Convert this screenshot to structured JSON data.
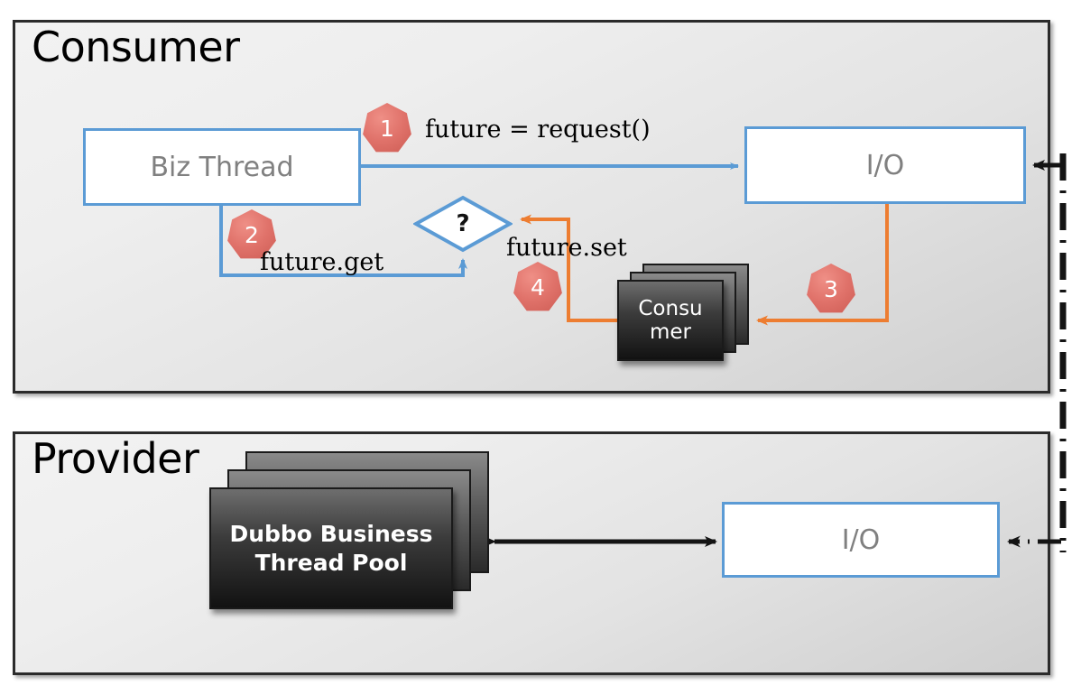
{
  "diagram": {
    "title_consumer": "Consumer",
    "title_provider": "Provider",
    "colors": {
      "blue_arrow": "#5b9bd5",
      "orange_arrow": "#ed7d31",
      "badge_red": "#e0726a",
      "black_arrow": "#1a1a1a",
      "panel_border": "#2b2b2b"
    }
  },
  "consumer": {
    "biz_thread_label": "Biz Thread",
    "io_label": "I/O",
    "decision_label": "?",
    "consumer_stack_label": "Consu mer",
    "steps": [
      {
        "number": "1",
        "label": "future = request()"
      },
      {
        "number": "2",
        "label": "future.get"
      },
      {
        "number": "3",
        "label": ""
      },
      {
        "number": "4",
        "label": "future.set"
      }
    ]
  },
  "provider": {
    "thread_pool_label": "Dubbo Business Thread Pool",
    "io_label": "I/O"
  }
}
